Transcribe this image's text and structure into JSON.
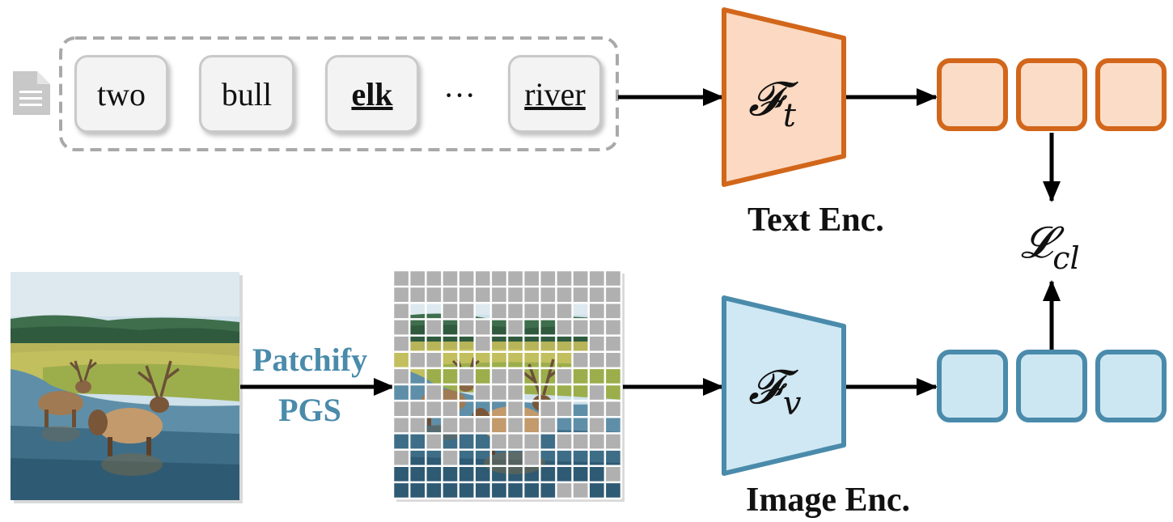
{
  "tokens": [
    {
      "text": "two",
      "style": "normal"
    },
    {
      "text": "bull",
      "style": "normal"
    },
    {
      "text": "elk",
      "style": "bold-underline"
    },
    {
      "text": "river",
      "style": "underline"
    }
  ],
  "ellipsis": "···",
  "text_encoder": {
    "symbol": "𝓕",
    "subscript": "t",
    "label": "Text Enc."
  },
  "image_encoder": {
    "symbol": "𝓕",
    "subscript": "v",
    "label": "Image Enc."
  },
  "patchify": {
    "line1": "Patchify",
    "line2": "PGS"
  },
  "loss": {
    "symbol": "𝓛",
    "subscript": "cl"
  },
  "colors": {
    "text_branch": "#d2661a",
    "text_fill": "#fbdcc7",
    "image_branch": "#4a8bab",
    "image_fill": "#cde7f2",
    "mask_gray": "#b0b0b0"
  },
  "icons": [
    "document-icon",
    "elk-photo",
    "masked-elk-photo"
  ]
}
